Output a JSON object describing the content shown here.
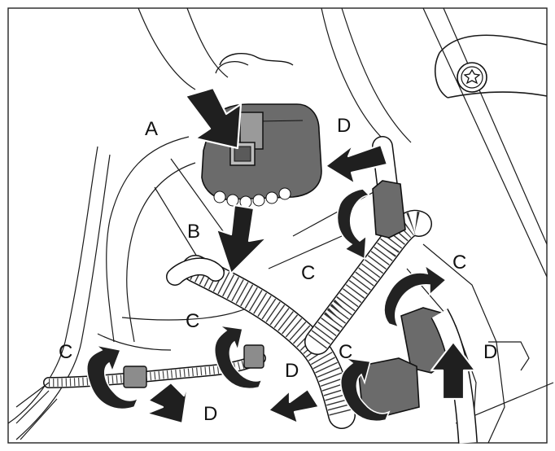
{
  "labels": {
    "a": "A",
    "b": "B",
    "c1": "C",
    "c2": "C",
    "c3": "C",
    "c4": "C",
    "c5": "C",
    "d1": "D",
    "d2": "D",
    "d3": "D",
    "d4": "D"
  },
  "colors": {
    "line": "#1a1a1a",
    "connector": "#6b6b6b",
    "arrow": "#1f1f1f",
    "background": "#ffffff"
  },
  "icons": [
    "torx-bolt-icon",
    "push-arrow-icon",
    "rotate-arrow-icon"
  ]
}
